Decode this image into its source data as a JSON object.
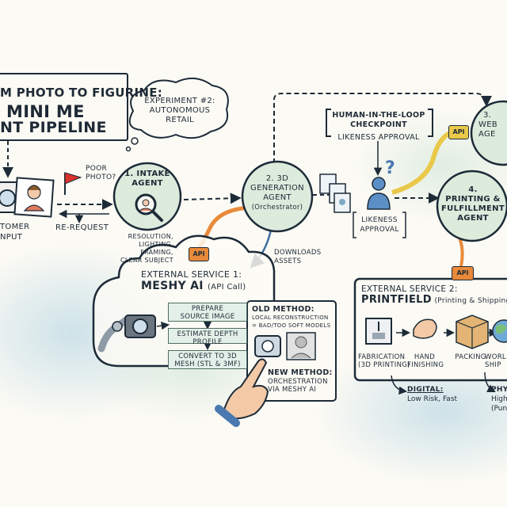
{
  "title": {
    "line1": "M PHOTO TO FIGURINE:",
    "line2": "MINI ME",
    "line3": "NT PIPELINE"
  },
  "experiment": {
    "line1": "EXPERIMENT #2:",
    "line2": "AUTONOMOUS",
    "line3": "RETAIL"
  },
  "customer": {
    "line1": "TOMER",
    "line2": "NPUT"
  },
  "poor_photo": {
    "line1": "POOR",
    "line2": "PHOTO?"
  },
  "re_request": "RE-REQUEST",
  "intake": {
    "line1": "1. INTAKE",
    "line2": "AGENT"
  },
  "intake_criteria": [
    "RESOLUTION,",
    "LIGHTING,",
    "FRAMING,",
    "CLEAR SUBJECT"
  ],
  "generation": {
    "line1": "2. 3D",
    "line2": "GENERATION",
    "line3": "AGENT",
    "line4": "(Orchestrator)"
  },
  "downloads": {
    "line1": "DOWNLOADS",
    "line2": "ASSETS"
  },
  "api_label": "API",
  "hitl": {
    "line1": "HUMAN-IN-THE-LOOP",
    "line2": "CHECKPOINT",
    "line3": "LIKENESS APPROVAL"
  },
  "likeness": {
    "line1": "LIKENESS",
    "line2": "APPROVAL"
  },
  "web_agent": {
    "line1": "3.",
    "line2": "WEB",
    "line3": "AGE"
  },
  "printing": {
    "line1": "4.",
    "line2": "PRINTING &",
    "line3": "FULFILLMENT",
    "line4": "AGENT"
  },
  "meshy": {
    "line1": "EXTERNAL SERVICE 1:",
    "line2": "MESHY AI",
    "line2b": "(API Call)",
    "steps": [
      {
        "line1": "PREPARE",
        "line2": "SOURCE IMAGE"
      },
      {
        "line1": "ESTIMATE DEPTH",
        "line2": "PROFILE"
      },
      {
        "line1": "CONVERT TO 3D",
        "line2": "MESH (STL & 3MF)"
      }
    ]
  },
  "old_method": {
    "title": "OLD METHOD:",
    "line1": "LOCAL RECONSTRUCTION",
    "line2": "= BAD/TOO SOFT MODELS"
  },
  "new_method": {
    "title": "NEW METHOD:",
    "line1": "ORCHESTRATION",
    "line2": "VIA MESHY AI"
  },
  "printfield": {
    "line1": "EXTERNAL SERVICE 2:",
    "line2": "PRINTFIELD",
    "line2b": "(Printing & Shipping",
    "stages": [
      {
        "line1": "FABRICATION",
        "line2": "(3D PRINTING)"
      },
      {
        "line1": "HAND",
        "line2": "FINISHING"
      },
      {
        "line1": "PACKING",
        "line2": ""
      },
      {
        "line1": "WORL",
        "line2": "SHIP"
      }
    ]
  },
  "digital": {
    "title": "DIGITAL:",
    "line1": "Low Risk, Fast"
  },
  "physical": {
    "title": "PHY",
    "line1": "High",
    "line2": "(Pun"
  },
  "colors": {
    "ink": "#1d2b38",
    "green_fill": "#dcebdc",
    "api_orange": "#e88a3a",
    "api_yellow": "#e9c84a",
    "flag": "#d9322b"
  }
}
